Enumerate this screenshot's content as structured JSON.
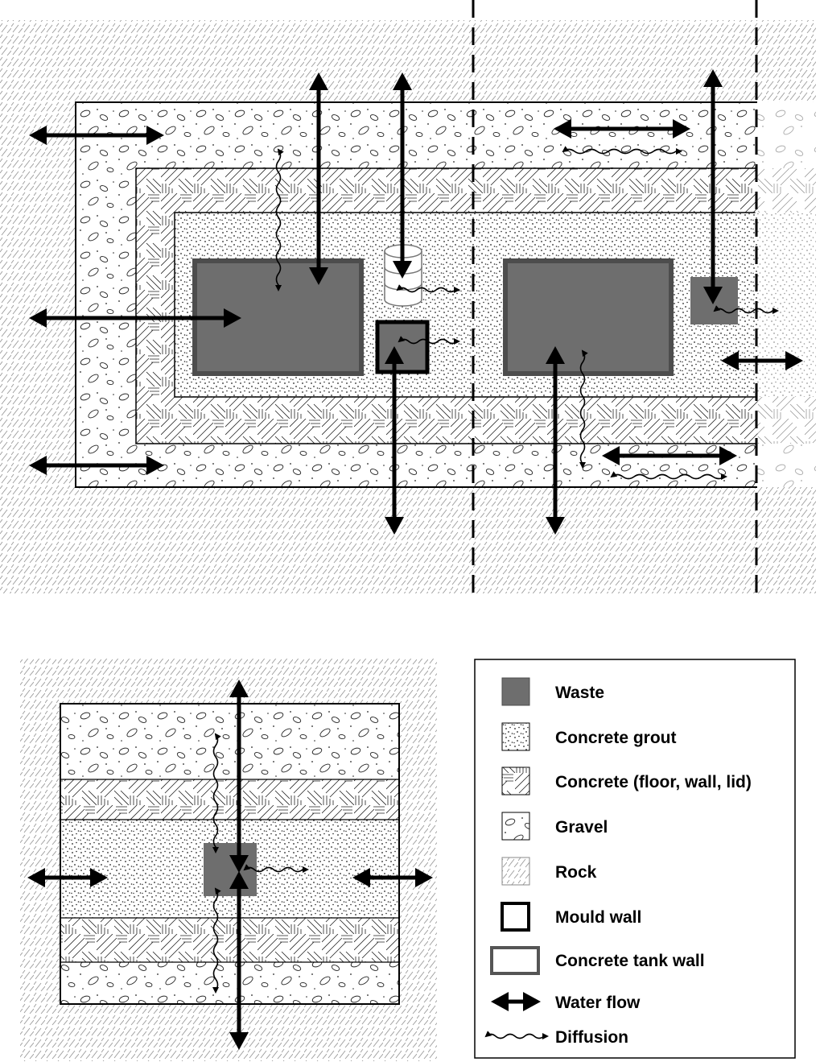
{
  "legend": {
    "items": [
      {
        "key": "waste",
        "label": "Waste"
      },
      {
        "key": "concrete_grout",
        "label": "Concrete grout"
      },
      {
        "key": "concrete",
        "label": "Concrete (floor, wall, lid)"
      },
      {
        "key": "gravel",
        "label": "Gravel"
      },
      {
        "key": "rock",
        "label": "Rock"
      },
      {
        "key": "mould_wall",
        "label": "Mould wall"
      },
      {
        "key": "concrete_tank_wall",
        "label": "Concrete tank wall"
      },
      {
        "key": "water_flow",
        "label": "Water flow"
      },
      {
        "key": "diffusion",
        "label": "Diffusion"
      }
    ]
  },
  "colors": {
    "waste": "#6e6e6e",
    "tank_wall": "#4d4d4d",
    "rock_hatch": "#9a9a9a",
    "ink": "#000000"
  },
  "icons": {
    "water_flow": "double-headed-thick-arrow",
    "diffusion": "wavy-double-headed-arrow",
    "drum": "waste-drum-icon"
  }
}
